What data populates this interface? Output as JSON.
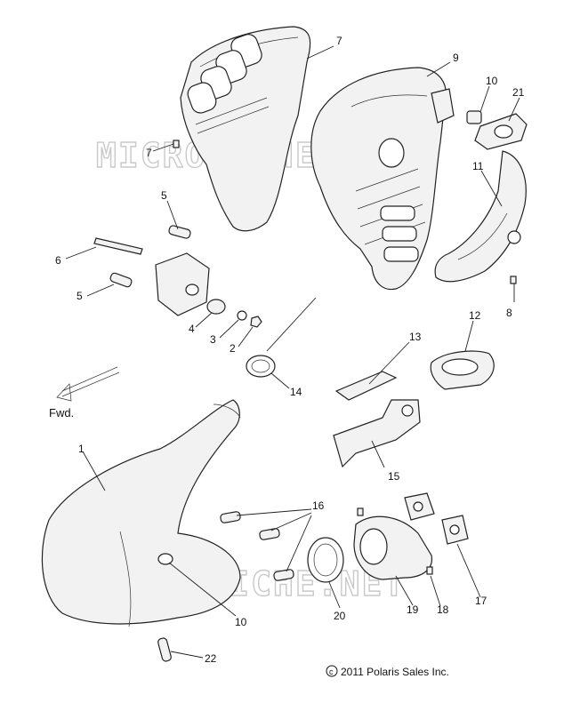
{
  "diagram": {
    "callouts": [
      {
        "id": "c1",
        "text": "1"
      },
      {
        "id": "c2",
        "text": "2"
      },
      {
        "id": "c3",
        "text": "3"
      },
      {
        "id": "c4",
        "text": "4"
      },
      {
        "id": "c5a",
        "text": "5"
      },
      {
        "id": "c5b",
        "text": "5"
      },
      {
        "id": "c6",
        "text": "6"
      },
      {
        "id": "c7a",
        "text": "7"
      },
      {
        "id": "c7b",
        "text": "7"
      },
      {
        "id": "c8",
        "text": "8"
      },
      {
        "id": "c9",
        "text": "9"
      },
      {
        "id": "c10a",
        "text": "10"
      },
      {
        "id": "c10b",
        "text": "10"
      },
      {
        "id": "c11",
        "text": "11"
      },
      {
        "id": "c12",
        "text": "12"
      },
      {
        "id": "c13",
        "text": "13"
      },
      {
        "id": "c14",
        "text": "14"
      },
      {
        "id": "c15",
        "text": "15"
      },
      {
        "id": "c16",
        "text": "16"
      },
      {
        "id": "c17",
        "text": "17"
      },
      {
        "id": "c18",
        "text": "18"
      },
      {
        "id": "c19",
        "text": "19"
      },
      {
        "id": "c20",
        "text": "20"
      },
      {
        "id": "c21",
        "text": "21"
      },
      {
        "id": "c22",
        "text": "22"
      }
    ],
    "direction_label": "Fwd.",
    "copyright": "2011 Polaris Sales Inc.",
    "watermark": "MICROFICHE.NET"
  }
}
